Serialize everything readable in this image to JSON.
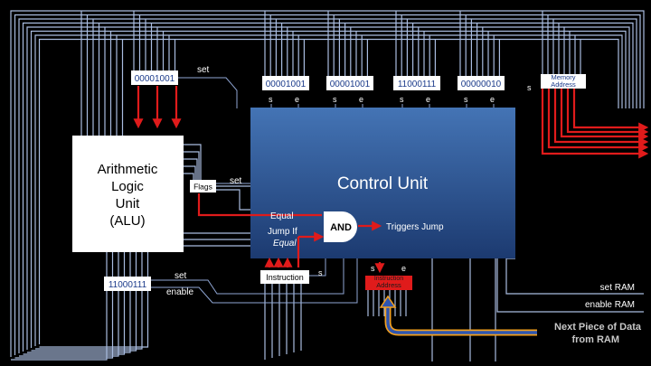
{
  "alu": {
    "lines": [
      "Arithmetic",
      "Logic",
      "Unit",
      "(ALU)"
    ]
  },
  "control_unit": {
    "title": "Control Unit"
  },
  "registers": {
    "input_reg": "00001001",
    "output_reg": "11000111",
    "cu_regs": [
      "00001001",
      "00001001",
      "11000111",
      "00000010"
    ]
  },
  "labels": {
    "set": "set",
    "s": "s",
    "e": "e",
    "enable": "enable",
    "flags": "Flags",
    "equal": "Equal",
    "jump_if": "Jump If",
    "equal_italic": "Equal",
    "and": "AND",
    "triggers_jump": "Triggers Jump",
    "instruction": "Instruction",
    "instruction_address_top": "Instruction",
    "instruction_address_bottom": "Address",
    "memory_address_top": "Memory",
    "memory_address_bottom": "Address",
    "set_ram": "set RAM",
    "enable_ram": "enable RAM",
    "next_piece_1": "Next Piece of Data",
    "next_piece_2": "from RAM"
  },
  "colors": {
    "background": "#000000",
    "bus": "#a9bce0",
    "control_wire": "#8fa6d4",
    "signal": "#e01b1b",
    "cu_fill_top": "#3d6aa8",
    "cu_fill_bottom": "#1e3f78",
    "highlight_arrow": "#f2a020"
  }
}
